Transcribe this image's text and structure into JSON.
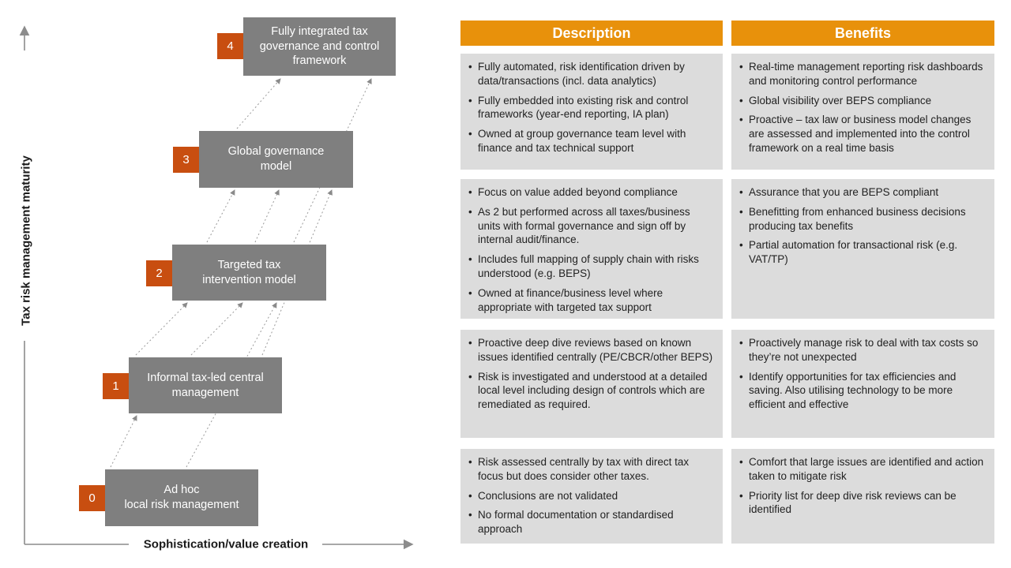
{
  "colors": {
    "header_orange": "#e8910b",
    "badge_orange": "#c84e10",
    "box_gray": "#7f7f7f",
    "cell_gray": "#dcdcdc"
  },
  "diagram": {
    "y_axis_label": "Tax risk management maturity",
    "x_axis_label": "Sophistication/value creation",
    "levels": [
      {
        "number": "0",
        "label": "Ad hoc\nlocal risk management"
      },
      {
        "number": "1",
        "label": "Informal tax-led central\nmanagement"
      },
      {
        "number": "2",
        "label": "Targeted tax\nintervention model"
      },
      {
        "number": "3",
        "label": "Global governance\nmodel"
      },
      {
        "number": "4",
        "label": "Fully integrated tax\ngovernance and control\nframework"
      }
    ]
  },
  "table": {
    "columns": [
      {
        "title": "Description"
      },
      {
        "title": "Benefits"
      }
    ],
    "rows": [
      {
        "level": "4",
        "description": [
          "Fully automated, risk identification driven by data/transactions (incl. data analytics)",
          "Fully embedded into existing risk and control frameworks (year-end reporting, IA plan)",
          "Owned at group governance team level with finance and tax technical support"
        ],
        "benefits": [
          "Real-time management reporting risk dashboards and monitoring control performance",
          "Global visibility over BEPS compliance",
          "Proactive – tax law or business model changes are assessed and implemented into the control framework on a real time basis"
        ]
      },
      {
        "level": "3",
        "description": [
          "Focus on value added beyond compliance",
          "As 2 but performed across all taxes/business units with formal governance and sign off by internal audit/finance.",
          "Includes full mapping of supply chain with risks understood (e.g. BEPS)",
          "Owned at finance/business level where appropriate with targeted tax support"
        ],
        "benefits": [
          "Assurance that you are BEPS compliant",
          "Benefitting from enhanced business decisions producing tax benefits",
          "Partial automation for transactional risk (e.g. VAT/TP)"
        ]
      },
      {
        "level": "2",
        "description": [
          "Proactive deep dive reviews based on known issues identified centrally (PE/CBCR/other BEPS)",
          "Risk is investigated and understood at a detailed local level including design of controls which are remediated as required."
        ],
        "benefits": [
          "Proactively manage risk to deal with tax costs so they’re not unexpected",
          "Identify opportunities for tax efficiencies and saving. Also utilising technology to be more efficient and effective"
        ]
      },
      {
        "level": "1",
        "description": [
          "Risk assessed centrally by tax with direct tax focus but does consider other taxes.",
          "Conclusions are not validated",
          "No formal documentation or standardised approach"
        ],
        "benefits": [
          "Comfort that large issues are identified and action taken to mitigate risk",
          "Priority list for deep dive risk reviews can be identified"
        ]
      }
    ]
  }
}
